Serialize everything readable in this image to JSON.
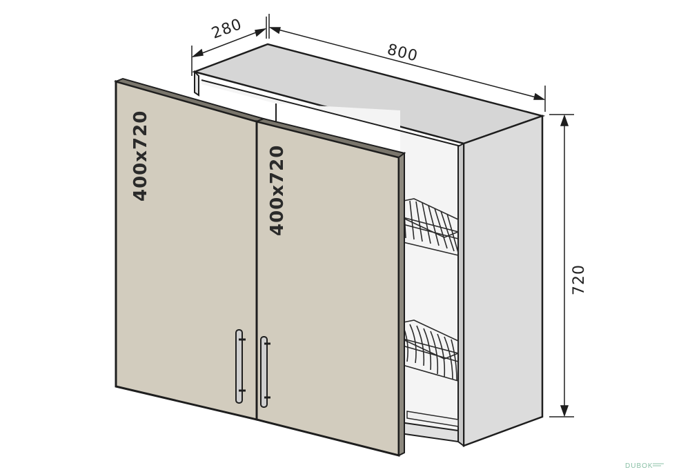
{
  "dimensions": {
    "depth": "280",
    "width": "800",
    "height": "720"
  },
  "doors": [
    {
      "label": "400x720"
    },
    {
      "label": "400x720"
    }
  ],
  "watermark": "DUBOK",
  "colors": {
    "door_fill": "#d2ccbe",
    "carcass_top": "#d6d6d6",
    "carcass_side": "#dcdcdc",
    "outline": "#1e1e1e"
  }
}
